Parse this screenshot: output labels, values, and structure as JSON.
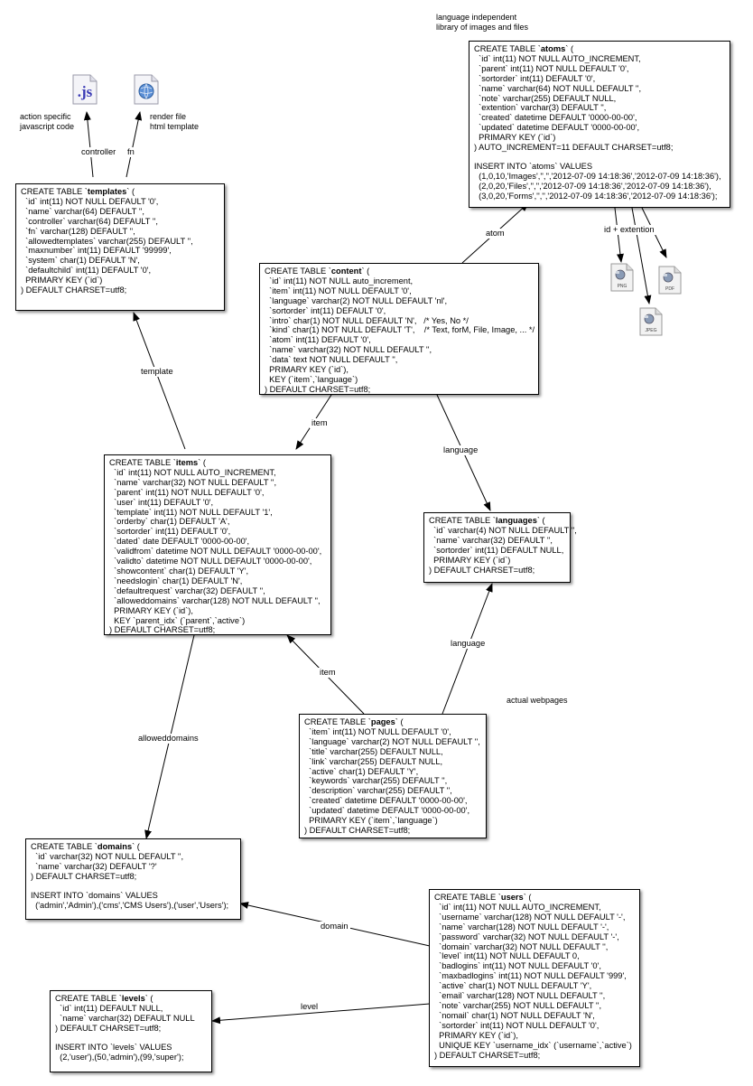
{
  "notes": {
    "atoms_lib": [
      "language independent",
      "library of images and files"
    ],
    "js_desc": [
      "action specific",
      "javascript code"
    ],
    "html_desc": [
      "render file",
      "html template"
    ],
    "webpages": "actual webpages"
  },
  "icons": {
    "js": {
      "name": "js-file-icon",
      "text": ".js",
      "label": ""
    },
    "html": {
      "name": "html-file-icon",
      "label": ""
    },
    "png": {
      "name": "png-file-icon",
      "label": "PNG"
    },
    "pdf": {
      "name": "pdf-file-icon",
      "label": "PDF"
    },
    "jpeg": {
      "name": "jpeg-file-icon",
      "label": "JPEG"
    }
  },
  "tables": {
    "atoms": {
      "lines": [
        "CREATE TABLE `atoms` (",
        "  `id` int(11) NOT NULL AUTO_INCREMENT,",
        "  `parent` int(11) NOT NULL DEFAULT '0',",
        "  `sortorder` int(11) DEFAULT '0',",
        "  `name` varchar(64) NOT NULL DEFAULT '',",
        "  `note` varchar(255) DEFAULT NULL,",
        "  `extention` varchar(3) DEFAULT '',",
        "  `created` datetime DEFAULT '0000-00-00',",
        "  `updated` datetime DEFAULT '0000-00-00',",
        "  PRIMARY KEY (`id`)",
        ") AUTO_INCREMENT=11 DEFAULT CHARSET=utf8;",
        "",
        "INSERT INTO `atoms` VALUES",
        "  (1,0,10,'Images','','','2012-07-09 14:18:36','2012-07-09 14:18:36'),",
        "  (2,0,20,'Files','','','2012-07-09 14:18:36','2012-07-09 14:18:36'),",
        "  (3,0,20,'Forms','','','2012-07-09 14:18:36','2012-07-09 14:18:36');"
      ]
    },
    "templates": {
      "lines": [
        "CREATE TABLE `templates` (",
        "  `id` int(11) NOT NULL DEFAULT '0',",
        "  `name` varchar(64) DEFAULT '',",
        "  `controller` varchar(64) DEFAULT '',",
        "  `fn` varchar(128) DEFAULT '',",
        "  `allowedtemplates` varchar(255) DEFAULT '',",
        "  `maxnumber` int(11) DEFAULT '99999',",
        "  `system` char(1) DEFAULT 'N',",
        "  `defaultchild` int(11) DEFAULT '0',",
        "  PRIMARY KEY (`id`)",
        ") DEFAULT CHARSET=utf8;"
      ]
    },
    "content": {
      "lines": [
        "CREATE TABLE `content` (",
        "  `id` int(11) NOT NULL auto_increment,",
        "  `item` int(11) NOT NULL DEFAULT '0',",
        "  `language` varchar(2) NOT NULL DEFAULT 'nl',",
        "  `sortorder` int(11) DEFAULT '0',",
        "  `intro` char(1) NOT NULL DEFAULT 'N',   /* Yes, No */",
        "  `kind` char(1) NOT NULL DEFAULT 'T',    /* Text, forM, File, Image, ... */",
        "  `atom` int(11) DEFAULT '0',",
        "  `name` varchar(32) NOT NULL DEFAULT '',",
        "  `data` text NOT NULL DEFAULT '',",
        "  PRIMARY KEY (`id`),",
        "  KEY (`item`,`language`)",
        ") DEFAULT CHARSET=utf8;"
      ]
    },
    "items": {
      "lines": [
        "CREATE TABLE `items` (",
        "  `id` int(11) NOT NULL AUTO_INCREMENT,",
        "  `name` varchar(32) NOT NULL DEFAULT '',",
        "  `parent` int(11) NOT NULL DEFAULT '0',",
        "  `user` int(11) DEFAULT '0',",
        "  `template` int(11) NOT NULL DEFAULT '1',",
        "  `orderby` char(1) DEFAULT 'A',",
        "  `sortorder` int(11) DEFAULT '0',",
        "  `dated` date DEFAULT '0000-00-00',",
        "  `validfrom` datetime NOT NULL DEFAULT '0000-00-00',",
        "  `validto` datetime NOT NULL DEFAULT '0000-00-00',",
        "  `showcontent` char(1) DEFAULT 'Y',",
        "  `needslogin` char(1) DEFAULT 'N',",
        "  `defaultrequest` varchar(32) DEFAULT '',",
        "  `alloweddomains` varchar(128) NOT NULL DEFAULT '',",
        "  PRIMARY KEY (`id`),",
        "  KEY `parent_idx` (`parent`,`active`)",
        ") DEFAULT CHARSET=utf8;"
      ]
    },
    "languages": {
      "lines": [
        "CREATE TABLE `languages` (",
        "  `id` varchar(4) NOT NULL DEFAULT '',",
        "  `name` varchar(32) DEFAULT '',",
        "  `sortorder` int(11) DEFAULT NULL,",
        "  PRIMARY KEY (`id`)",
        ") DEFAULT CHARSET=utf8;"
      ]
    },
    "pages": {
      "lines": [
        "CREATE TABLE `pages` (",
        "  `item` int(11) NOT NULL DEFAULT '0',",
        "  `language` varchar(2) NOT NULL DEFAULT '',",
        "  `title` varchar(255) DEFAULT NULL,",
        "  `link` varchar(255) DEFAULT NULL,",
        "  `active` char(1) DEFAULT 'Y',",
        "  `keywords` varchar(255) DEFAULT '',",
        "  `description` varchar(255) DEFAULT '',",
        "  `created` datetime DEFAULT '0000-00-00',",
        "  `updated` datetime DEFAULT '0000-00-00',",
        "  PRIMARY KEY (`item`,`language`)",
        ") DEFAULT CHARSET=utf8;"
      ]
    },
    "domains": {
      "lines": [
        "CREATE TABLE `domains` (",
        "  `id` varchar(32) NOT NULL DEFAULT '',",
        "  `name` varchar(32) DEFAULT '?'",
        ") DEFAULT CHARSET=utf8;",
        "",
        "INSERT INTO `domains` VALUES",
        "  ('admin','Admin'),('cms','CMS Users'),('user','Users');"
      ]
    },
    "users": {
      "lines": [
        "CREATE TABLE `users` (",
        "  `id` int(11) NOT NULL AUTO_INCREMENT,",
        "  `username` varchar(128) NOT NULL DEFAULT '-',",
        "  `name` varchar(128) NOT NULL DEFAULT '-',",
        "  `password` varchar(32) NOT NULL DEFAULT '-',",
        "  `domain` varchar(32) NOT NULL DEFAULT '',",
        "  `level` int(11) NOT NULL DEFAULT 0,",
        "  `badlogins` int(11) NOT NULL DEFAULT '0',",
        "  `maxbadlogins` int(11) NOT NULL DEFAULT '999',",
        "  `active` char(1) NOT NULL DEFAULT 'Y',",
        "  `email` varchar(128) NOT NULL DEFAULT '',",
        "  `note` varchar(255) NOT NULL DEFAULT '',",
        "  `nomail` char(1) NOT NULL DEFAULT 'N',",
        "  `sortorder` int(11) NOT NULL DEFAULT '0',",
        "  PRIMARY KEY (`id`),",
        "  UNIQUE KEY `username_idx` (`username`,`active`)",
        ") DEFAULT CHARSET=utf8;"
      ]
    },
    "levels": {
      "lines": [
        "CREATE TABLE `levels` (",
        "  `id` int(11) DEFAULT NULL,",
        "  `name` varchar(32) DEFAULT NULL",
        ") DEFAULT CHARSET=utf8;",
        "",
        "INSERT INTO `levels` VALUES",
        "  (2,'user'),(50,'admin'),(99,'super');"
      ]
    }
  },
  "edges": {
    "controller": "controller",
    "fn": "fn",
    "template": "template",
    "atom": "atom",
    "id_extention": "id + extention",
    "item_content": "item",
    "language_content": "language",
    "item_pages": "item",
    "language_pages": "language",
    "alloweddomains": "alloweddomains",
    "domain": "domain",
    "level": "level"
  }
}
